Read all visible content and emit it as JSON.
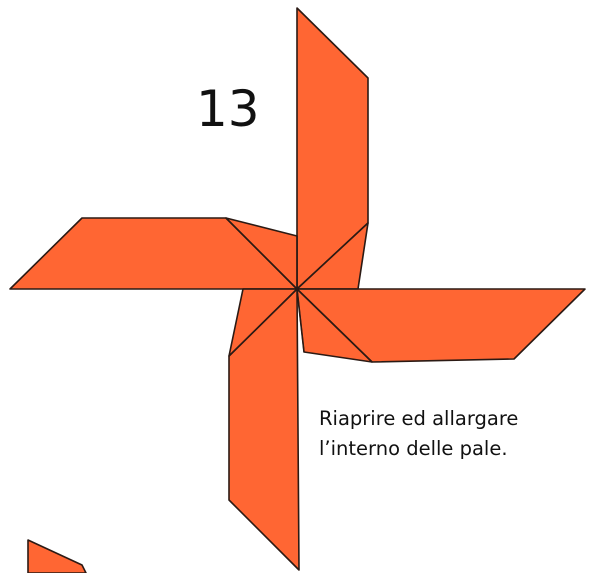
{
  "step": {
    "number": "13"
  },
  "instruction": {
    "line1": "Riaprire ed allargare",
    "line2": "l’interno delle pale."
  },
  "colors": {
    "paper": "#ff6633",
    "outline": "#2b1a14",
    "text": "#111111"
  }
}
